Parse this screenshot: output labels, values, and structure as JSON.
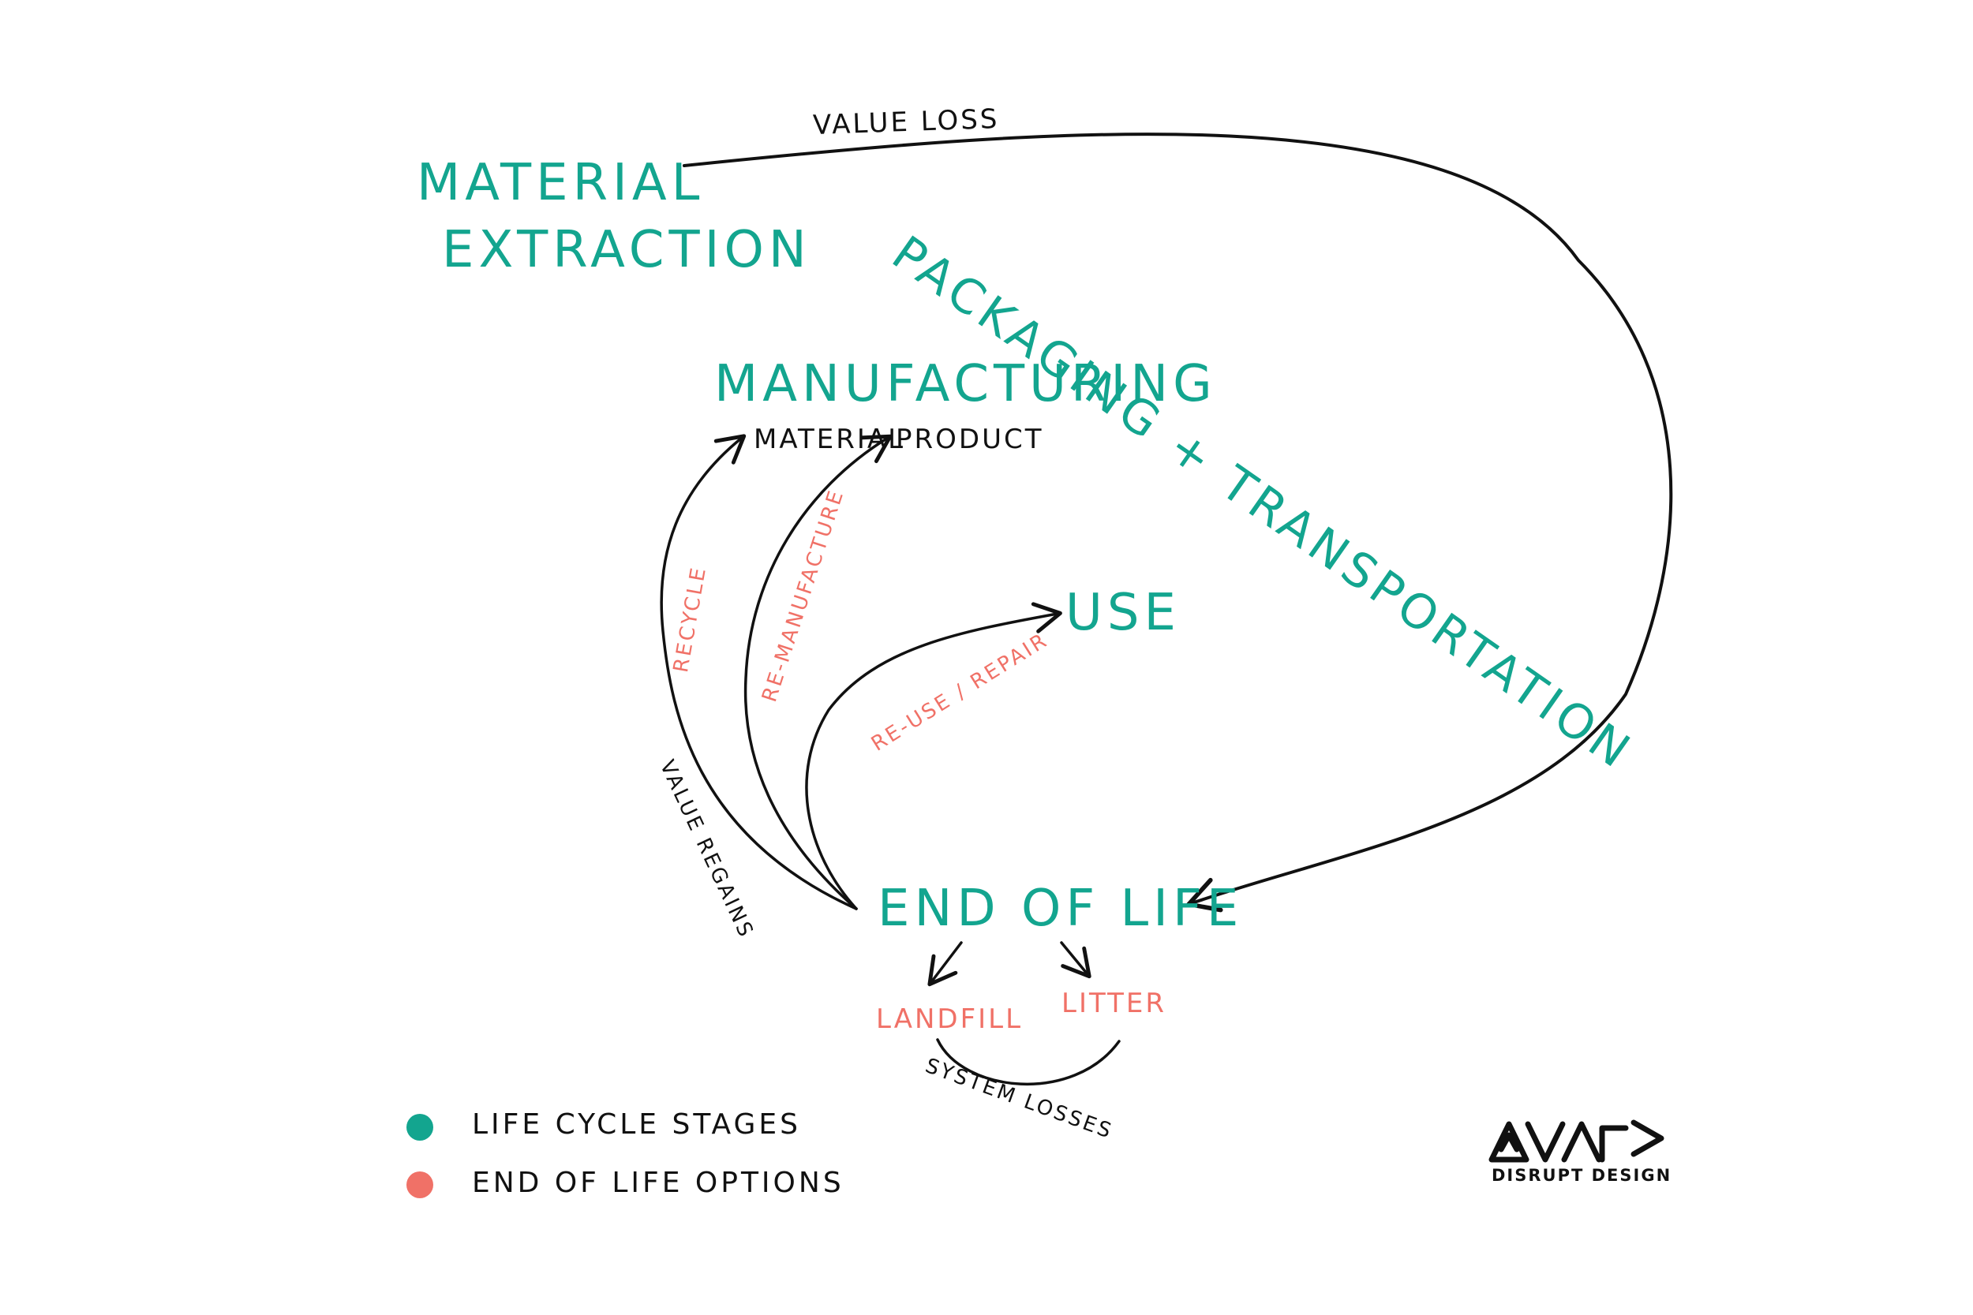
{
  "stages": {
    "material_extraction_line1": "MATERIAL",
    "material_extraction_line2": "EXTRACTION",
    "packaging": "PACKAGING + TRANSPORTATION",
    "manufacturing": "MANUFACTURING",
    "use": "USE",
    "end_of_life": "END OF LIFE"
  },
  "manufacturing_sub": {
    "material": "MATERIAL",
    "product": "PRODUCT"
  },
  "flow_labels": {
    "value_loss": "VALUE LOSS",
    "value_regains": "VALUE REGAINS",
    "system_losses": "SYSTEM LOSSES"
  },
  "end_of_life_options": {
    "recycle": "RECYCLE",
    "remanufacture": "RE-MANUFACTURE",
    "reuse_repair": "RE-USE / REPAIR",
    "landfill": "LANDFILL",
    "litter": "LITTER"
  },
  "legend": {
    "items": [
      {
        "label": "LIFE CYCLE STAGES",
        "color": "#13a58f"
      },
      {
        "label": "END OF LIFE OPTIONS",
        "color": "#f07167"
      }
    ]
  },
  "brand": {
    "name": "DISRUPT DESIGN"
  },
  "colors": {
    "stage": "#13a58f",
    "option": "#f07167",
    "ink": "#111111"
  }
}
